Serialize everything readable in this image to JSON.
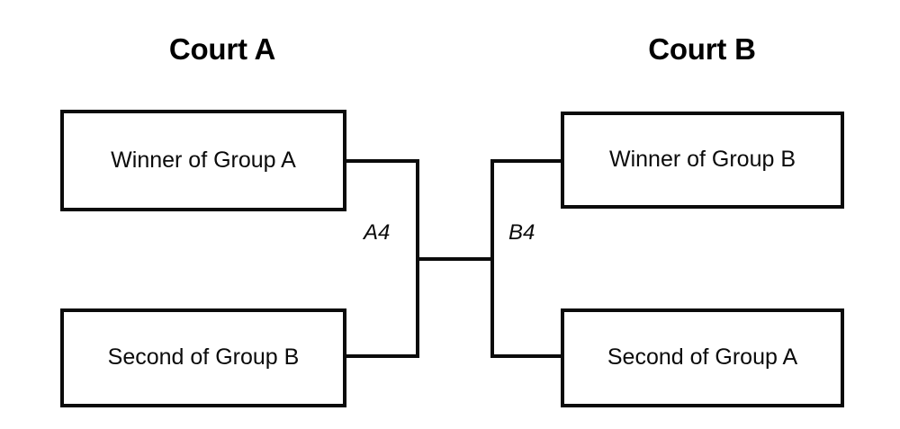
{
  "diagram": {
    "type": "tournament-bracket",
    "background_color": "#ffffff",
    "line_color": "#0b0b0b",
    "courts": [
      {
        "title": "Court A",
        "match_label": "A4",
        "top_box": "Winner of Group A",
        "bottom_box": "Second of Group B"
      },
      {
        "title": "Court B",
        "match_label": "B4",
        "top_box": "Winner of Group B",
        "bottom_box": "Second of Group A"
      }
    ]
  }
}
